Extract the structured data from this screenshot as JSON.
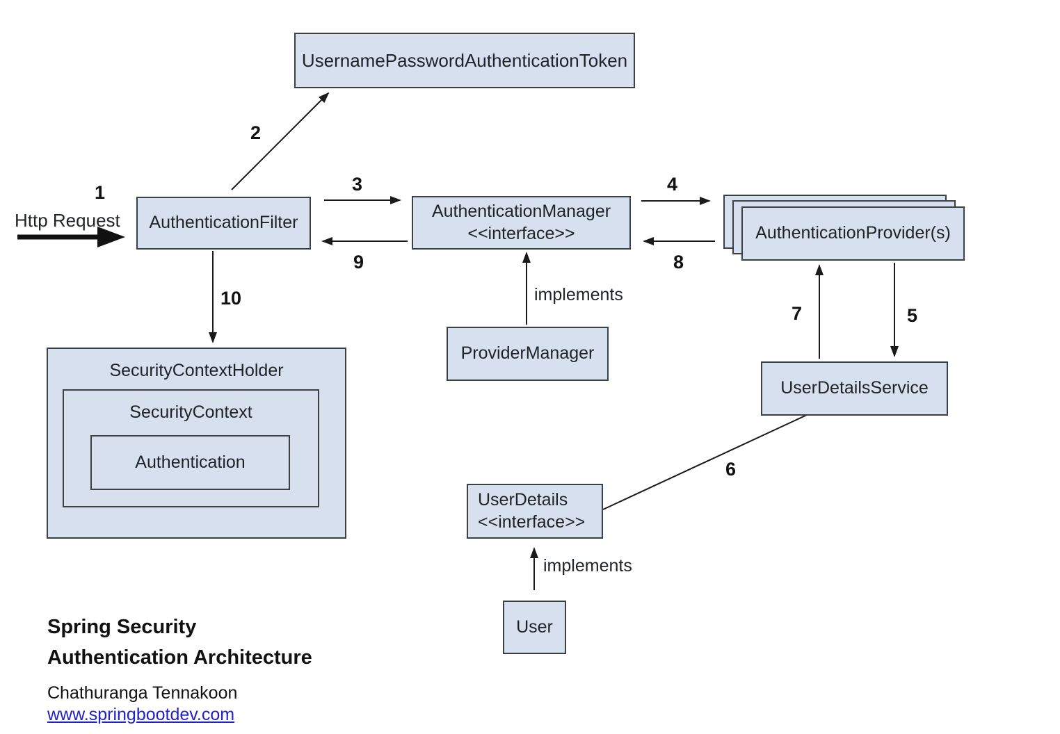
{
  "labels": {
    "http_request": "Http Request",
    "implements_top": "implements",
    "implements_bottom": "implements"
  },
  "steps": {
    "s1": "1",
    "s2": "2",
    "s3": "3",
    "s4": "4",
    "s5": "5",
    "s6": "6",
    "s7": "7",
    "s8": "8",
    "s9": "9",
    "s10": "10"
  },
  "nodes": {
    "token": {
      "label": "UsernamePasswordAuthenticationToken"
    },
    "filter": {
      "label": "AuthenticationFilter"
    },
    "manager": {
      "label": "AuthenticationManager",
      "stereotype": "<<interface>>"
    },
    "providers": {
      "label": "AuthenticationProvider(s)"
    },
    "provider_manager": {
      "label": "ProviderManager"
    },
    "user_details_service": {
      "label": "UserDetailsService"
    },
    "security_context_holder": {
      "label": "SecurityContextHolder"
    },
    "security_context": {
      "label": "SecurityContext"
    },
    "authentication": {
      "label": "Authentication"
    },
    "user_details": {
      "label": "UserDetails",
      "stereotype": "<<interface>>"
    },
    "user": {
      "label": "User"
    }
  },
  "footer": {
    "title_line1": "Spring Security",
    "title_line2": "Authentication Architecture",
    "author": "Chathuranga Tennakoon",
    "website": "www.springbootdev.com"
  },
  "colors": {
    "box_fill": "#d6e0ef",
    "box_border": "#3b4043",
    "arrow": "#1a1a1a",
    "link": "#2222cc"
  }
}
